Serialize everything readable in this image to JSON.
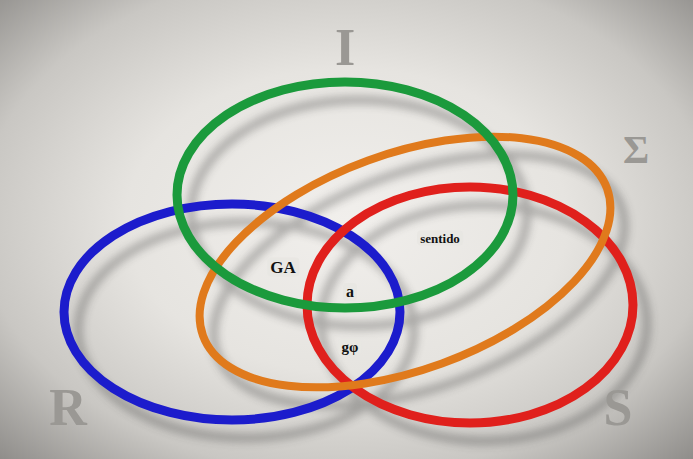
{
  "diagram": {
    "labels": [
      "I",
      "Σ",
      "GA",
      "sentido",
      "a",
      "gφ",
      "R",
      "S"
    ]
  }
}
